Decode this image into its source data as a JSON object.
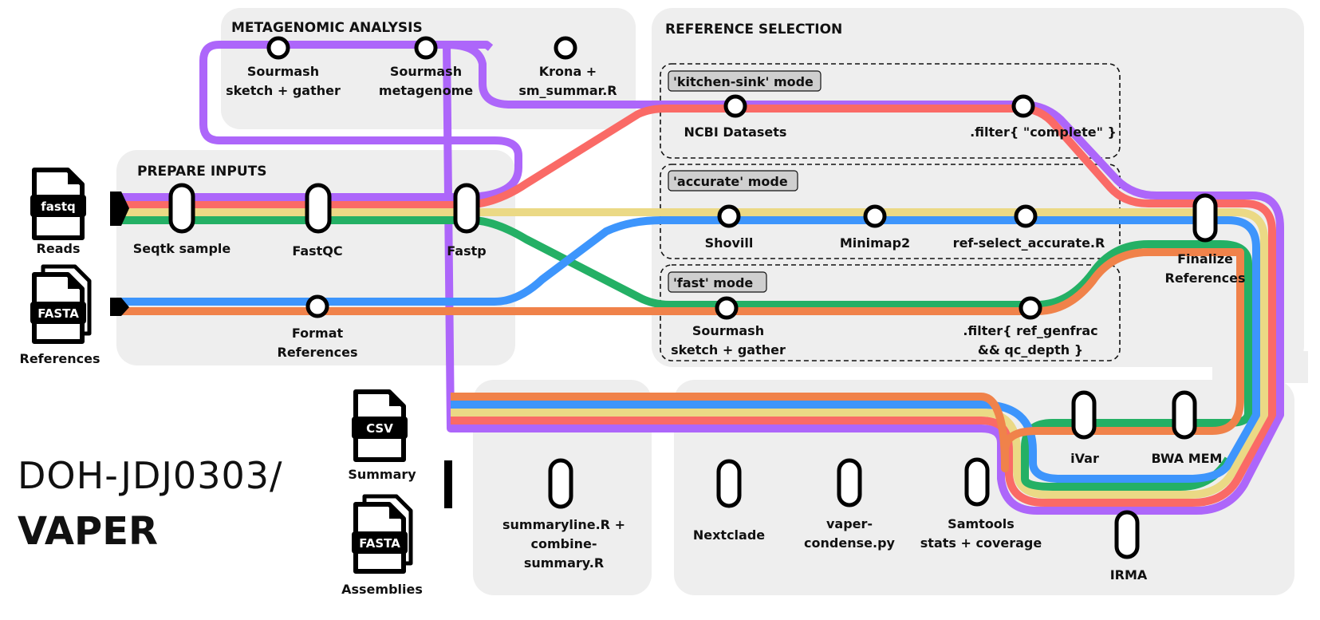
{
  "title": {
    "org": "DOH-JDJ0303/",
    "name": "VAPER"
  },
  "colors": {
    "purple": "#ad66fa",
    "red": "#fa6a66",
    "yellow": "#ebd985",
    "green": "#24b065",
    "blue": "#3d95fc",
    "orange": "#f0824a",
    "section_bg": "#eeeeee",
    "mode_label_bg": "#cfcfcf"
  },
  "inputs": {
    "reads": {
      "tag": "fastq",
      "label": "Reads",
      "icon": "file-icon"
    },
    "references": {
      "tag": "FASTA",
      "label": "References",
      "icon": "multi-file-icon"
    }
  },
  "outputs": {
    "summary": {
      "tag": "CSV",
      "label": "Summary",
      "icon": "file-icon"
    },
    "assemblies": {
      "tag": "FASTA",
      "label": "Assemblies",
      "icon": "multi-file-icon"
    }
  },
  "sections": {
    "metagenomic": {
      "title": "METAGENOMIC ANALYSIS",
      "stations": [
        {
          "line1": "Sourmash",
          "line2": "sketch + gather"
        },
        {
          "line1": "Sourmash",
          "line2": "metagenome"
        },
        {
          "line1": "Krona +",
          "line2": "sm_summar.R"
        }
      ]
    },
    "prepare": {
      "title": "PREPARE INPUTS",
      "stations": [
        {
          "line1": "Seqtk sample",
          "line2": ""
        },
        {
          "line1": "FastQC",
          "line2": ""
        },
        {
          "line1": "Fastp",
          "line2": ""
        },
        {
          "line1": "Format",
          "line2": "References"
        }
      ]
    },
    "reference": {
      "title": "REFERENCE SELECTION",
      "modes": [
        {
          "label": "'kitchen-sink' mode",
          "stations": [
            {
              "line1": "NCBI Datasets",
              "line2": ""
            },
            {
              "line1": ".filter{ \"complete\" }",
              "line2": ""
            }
          ]
        },
        {
          "label": "'accurate' mode",
          "stations": [
            {
              "line1": "Shovill",
              "line2": ""
            },
            {
              "line1": "Minimap2",
              "line2": ""
            },
            {
              "line1": "ref-select_accurate.R",
              "line2": ""
            }
          ]
        },
        {
          "label": "'fast' mode",
          "stations": [
            {
              "line1": "Sourmash",
              "line2": "sketch + gather"
            },
            {
              "line1": ".filter{ ref_genfrac",
              "line2": "&& qc_depth }"
            }
          ]
        }
      ],
      "finalize": {
        "line1": "Finalize",
        "line2": "References"
      }
    },
    "assembly": {
      "title": "GENOME ASSEMBLY",
      "stations": [
        {
          "line1": "iVar",
          "line2": ""
        },
        {
          "line1": "BWA MEM",
          "line2": ""
        },
        {
          "line1": "IRMA",
          "line2": ""
        },
        {
          "line1": "Samtools",
          "line2": "stats + coverage"
        },
        {
          "line1": "vaper-",
          "line2": "condense.py"
        },
        {
          "line1": "Nextclade",
          "line2": ""
        }
      ]
    },
    "summarize": {
      "title": "SUMMARIZE",
      "stations": [
        {
          "line1": "summaryline.R +",
          "line2": "combine-",
          "line3": "summary.R"
        }
      ]
    }
  }
}
